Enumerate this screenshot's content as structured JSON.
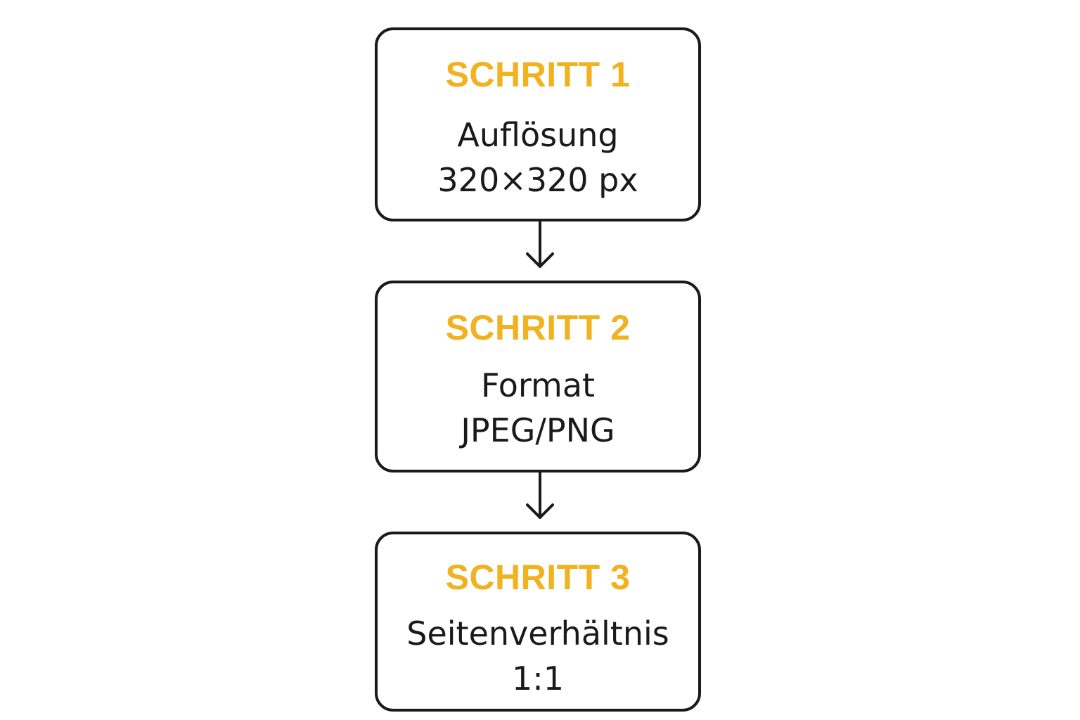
{
  "steps": [
    {
      "title": "SCHRITT 1",
      "line1": "Auflösung",
      "line2": "320×320 px"
    },
    {
      "title": "SCHRITT 2",
      "line1": "Format",
      "line2": "JPEG/PNG"
    },
    {
      "title": "SCHRITT 3",
      "line1": "Seitenverhältnis",
      "line2": "1:1"
    }
  ],
  "colors": {
    "title": "#f0b21f",
    "text": "#1a1a1a",
    "border": "#1a1a1a",
    "background": "#ffffff"
  },
  "icons": {
    "connector": "arrow-down-icon"
  }
}
